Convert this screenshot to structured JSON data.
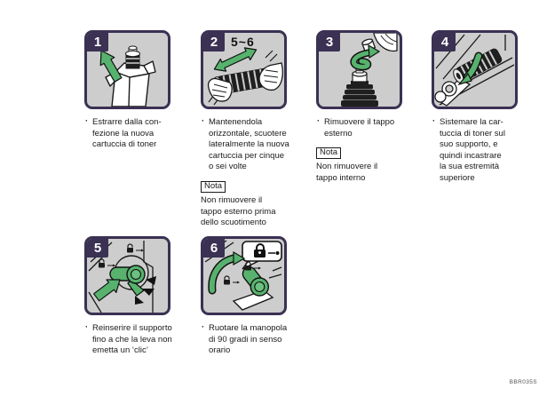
{
  "ui": {
    "bullet": "·"
  },
  "footer": {
    "code": "BBR035S"
  },
  "colors": {
    "panel_border": "#3a3153",
    "panel_bg": "#cdcdcd",
    "accent_green": "#57b26e",
    "text": "#1a1a1a"
  },
  "steps": [
    {
      "number": "1",
      "caption_lines": [
        "Estrarre dalla con-",
        "fezione la nuova",
        "cartuccia di toner"
      ]
    },
    {
      "number": "2",
      "shake_count_label": "5~6",
      "caption_lines": [
        "Mantenendola",
        "orizzontale, scuotere",
        "lateralmente la nuova",
        "cartuccia per cinque",
        "o sei volte"
      ],
      "nota_label": "Nota",
      "nota_lines": [
        "Non rimuovere il",
        "tappo esterno prima",
        "dello scuotimento"
      ]
    },
    {
      "number": "3",
      "caption_lines": [
        "Rimuovere il tappo",
        "esterno"
      ],
      "nota_label": "Nota",
      "nota_lines": [
        "Non rimuovere il",
        "tappo interno"
      ]
    },
    {
      "number": "4",
      "caption_lines": [
        "Sistemare la car-",
        "tuccia di toner sul",
        "suo supporto, e",
        "quindi incastrare",
        "la sua estremità",
        "superiore"
      ]
    },
    {
      "number": "5",
      "caption_lines": [
        "Reinserire il supporto",
        "fino a che la leva non",
        "emetta un ‘clic’"
      ]
    },
    {
      "number": "6",
      "caption_lines": [
        "Ruotare la manopola",
        "di 90 gradi in senso",
        "orario"
      ]
    }
  ]
}
